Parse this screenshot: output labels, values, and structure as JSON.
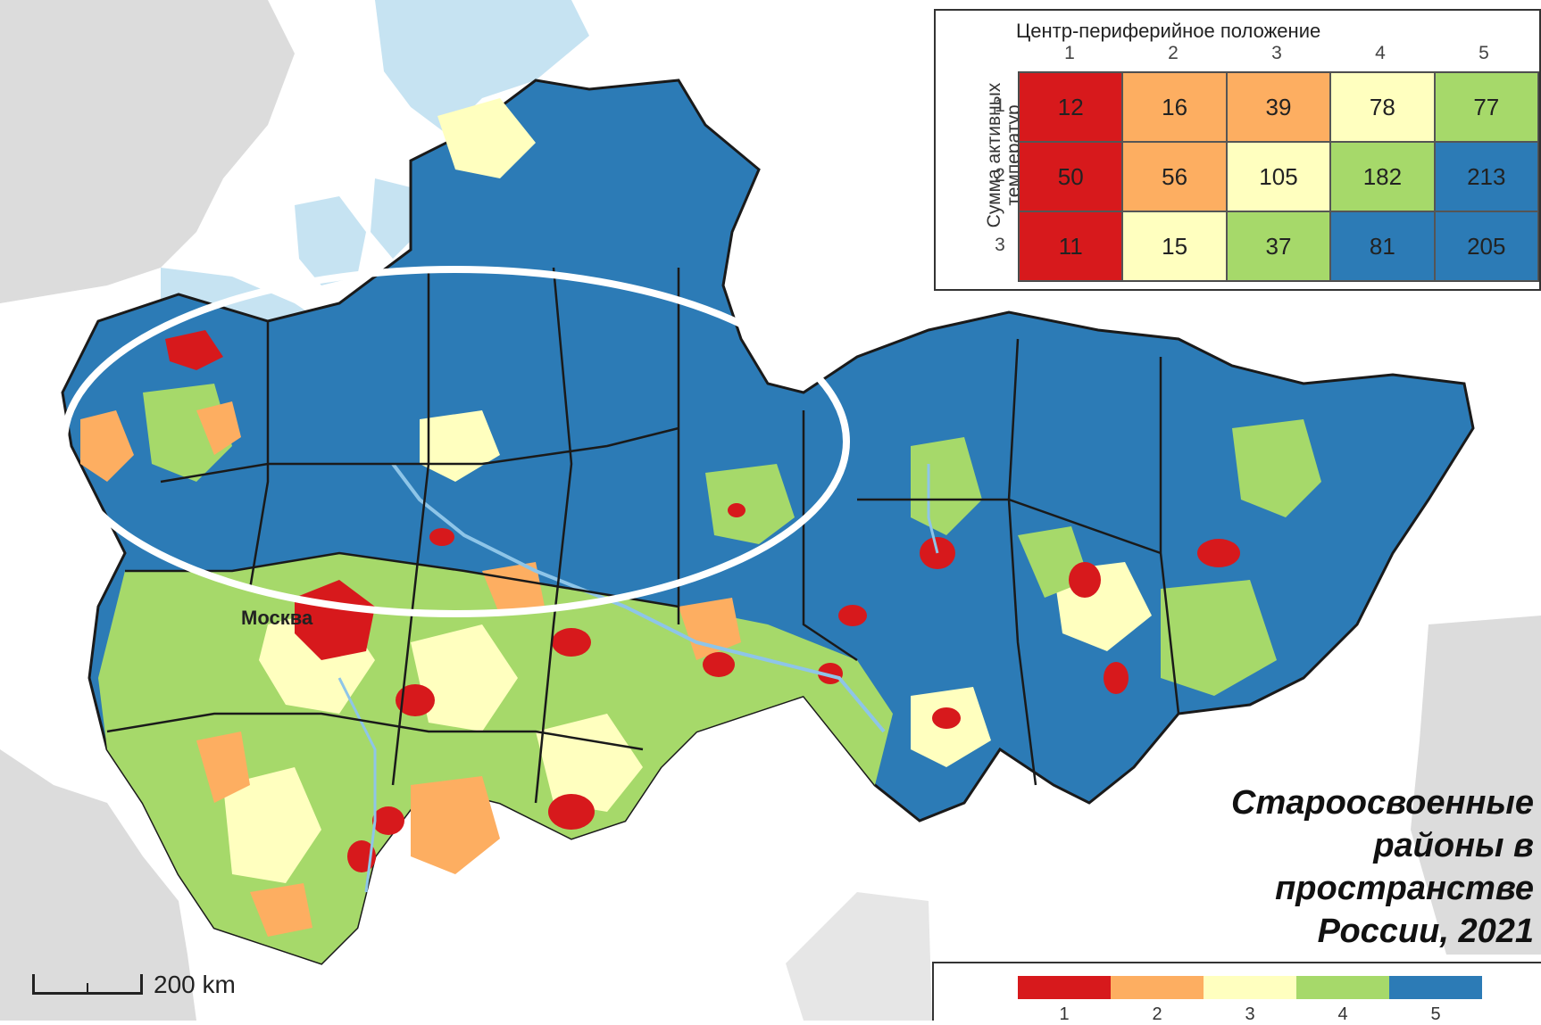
{
  "map": {
    "colors": {
      "c1": "#d7191c",
      "c2": "#fdae61",
      "c3": "#ffffbf",
      "c4": "#a6d96a",
      "c5": "#2c7bb6",
      "water": "#c6e3f2",
      "land_gray": "#dcdcdc"
    },
    "city_label": "Москва",
    "scale_label": "200 km",
    "caption": [
      "Староосвоенные",
      "районы в",
      "пространстве",
      "России, 2021"
    ]
  },
  "matrix_legend": {
    "title": "Центр-периферийное положение",
    "row_title": "Сумма активных температур",
    "columns": [
      "1",
      "2",
      "3",
      "4",
      "5"
    ],
    "rows": [
      "1",
      "2",
      "3"
    ],
    "cells": [
      [
        "12",
        "16",
        "39",
        "78",
        "77"
      ],
      [
        "50",
        "56",
        "105",
        "182",
        "213"
      ],
      [
        "11",
        "15",
        "37",
        "81",
        "205"
      ]
    ],
    "cell_classes": [
      [
        1,
        2,
        2,
        3,
        4
      ],
      [
        1,
        2,
        3,
        4,
        5
      ],
      [
        1,
        3,
        4,
        5,
        5
      ]
    ]
  },
  "class_legend": {
    "labels": [
      "1",
      "2",
      "3",
      "4",
      "5"
    ]
  }
}
